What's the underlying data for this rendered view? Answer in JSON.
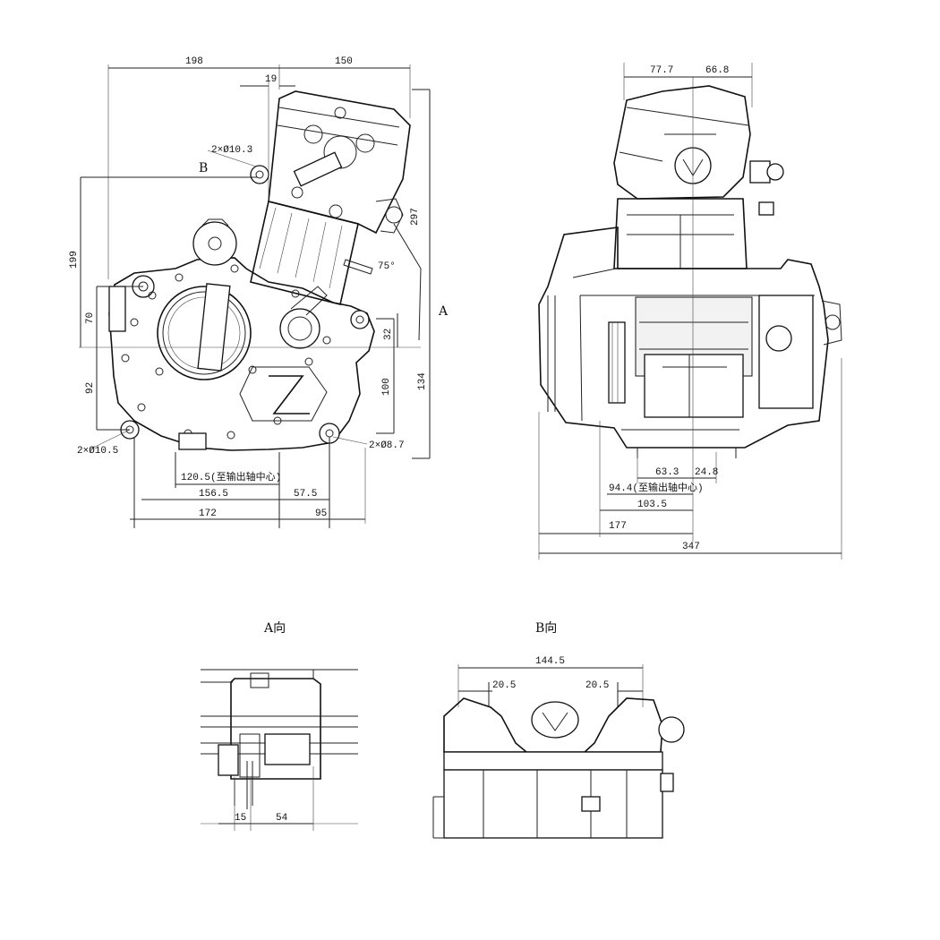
{
  "views": {
    "side": {
      "dims": {
        "d198": "198",
        "d150": "150",
        "d19": "19",
        "hole_top": "2×Ø10.3",
        "ref_b": "B",
        "d297": "297",
        "d199": "199",
        "angle": "75°",
        "ref_a": "A",
        "d70": "70",
        "d32": "32",
        "d92": "92",
        "d100": "100",
        "d134": "134",
        "hole_left": "2×Ø10.5",
        "hole_right": "2×Ø8.7",
        "d120_5": "120.5(至输出轴中心)",
        "d156_5": "156.5",
        "d57_5": "57.5",
        "d172": "172",
        "d95": "95"
      }
    },
    "front": {
      "dims": {
        "d77_7": "77.7",
        "d66_8": "66.8",
        "d63_3": "63.3",
        "d24_8": "24.8",
        "d94_4": "94.4(至输出轴中心)",
        "d103_5": "103.5",
        "d177": "177",
        "d347": "347"
      }
    },
    "view_a": {
      "title": "A向",
      "dims": {
        "d15": "15",
        "d54": "54"
      }
    },
    "view_b": {
      "title": "B向",
      "dims": {
        "d144_5": "144.5",
        "d20_5_left": "20.5",
        "d20_5_right": "20.5"
      }
    }
  }
}
